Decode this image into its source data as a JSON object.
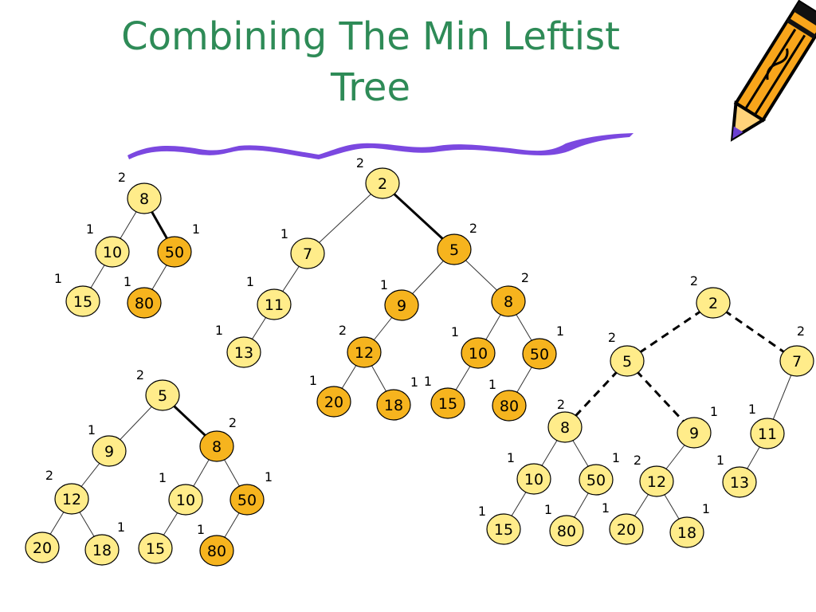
{
  "title": {
    "line1": "Combining The Min Leftist",
    "line2": "Tree"
  },
  "colors": {
    "title": "#2e8b57",
    "underline": "#7b48e0",
    "light_node": "#ffec8a",
    "dark_node": "#f6b41e",
    "edge": "#333333"
  },
  "decorations": [
    "squiggle-underline",
    "pencil-clipart"
  ],
  "trees": [
    {
      "id": "tree-a",
      "nodes": [
        {
          "id": "a1",
          "label": "8",
          "s": "2",
          "fill": "light"
        },
        {
          "id": "a2",
          "label": "10",
          "s": "1",
          "fill": "light"
        },
        {
          "id": "a3",
          "label": "50",
          "s": "1",
          "fill": "dark"
        },
        {
          "id": "a4",
          "label": "15",
          "s": "1",
          "fill": "light"
        },
        {
          "id": "a5",
          "label": "80",
          "s": "1",
          "fill": "dark"
        }
      ],
      "edges": [
        [
          "a1",
          "a2",
          "thin"
        ],
        [
          "a1",
          "a3",
          "bold"
        ],
        [
          "a2",
          "a4",
          "thin"
        ],
        [
          "a3",
          "a5",
          "thin"
        ]
      ]
    },
    {
      "id": "tree-b",
      "nodes": [
        {
          "id": "b1",
          "label": "2",
          "s": "2",
          "fill": "light"
        },
        {
          "id": "b2",
          "label": "7",
          "s": "1",
          "fill": "light"
        },
        {
          "id": "b3",
          "label": "5",
          "s": "2",
          "fill": "dark"
        },
        {
          "id": "b4",
          "label": "11",
          "s": "1",
          "fill": "light"
        },
        {
          "id": "b5",
          "label": "9",
          "s": "1",
          "fill": "dark"
        },
        {
          "id": "b6",
          "label": "8",
          "s": "2",
          "fill": "dark"
        },
        {
          "id": "b7",
          "label": "13",
          "s": "1",
          "fill": "light"
        },
        {
          "id": "b8",
          "label": "12",
          "s": "2",
          "fill": "dark"
        },
        {
          "id": "b9",
          "label": "10",
          "s": "1",
          "fill": "dark"
        },
        {
          "id": "b10",
          "label": "50",
          "s": "1",
          "fill": "dark"
        },
        {
          "id": "b11",
          "label": "20",
          "s": "1",
          "fill": "dark"
        },
        {
          "id": "b12",
          "label": "18",
          "s": "1",
          "fill": "dark"
        },
        {
          "id": "b13",
          "label": "15",
          "s": "1",
          "fill": "dark"
        },
        {
          "id": "b14",
          "label": "80",
          "s": "1",
          "fill": "dark"
        }
      ],
      "edges": [
        [
          "b1",
          "b2",
          "thin"
        ],
        [
          "b1",
          "b3",
          "bold"
        ],
        [
          "b2",
          "b4",
          "thin"
        ],
        [
          "b3",
          "b5",
          "thin"
        ],
        [
          "b3",
          "b6",
          "thin"
        ],
        [
          "b4",
          "b7",
          "thin"
        ],
        [
          "b5",
          "b8",
          "thin"
        ],
        [
          "b6",
          "b9",
          "thin"
        ],
        [
          "b6",
          "b10",
          "thin"
        ],
        [
          "b8",
          "b11",
          "thin"
        ],
        [
          "b8",
          "b12",
          "thin"
        ],
        [
          "b9",
          "b13",
          "thin"
        ],
        [
          "b10",
          "b14",
          "thin"
        ]
      ]
    },
    {
      "id": "tree-c",
      "nodes": [
        {
          "id": "c1",
          "label": "5",
          "s": "2",
          "fill": "light"
        },
        {
          "id": "c2",
          "label": "9",
          "s": "1",
          "fill": "light"
        },
        {
          "id": "c3",
          "label": "8",
          "s": "2",
          "fill": "dark"
        },
        {
          "id": "c4",
          "label": "12",
          "s": "2",
          "fill": "light"
        },
        {
          "id": "c5",
          "label": "10",
          "s": "1",
          "fill": "light"
        },
        {
          "id": "c6",
          "label": "50",
          "s": "1",
          "fill": "dark"
        },
        {
          "id": "c7",
          "label": "20",
          "s": "",
          "fill": "light"
        },
        {
          "id": "c8",
          "label": "18",
          "s": "1",
          "fill": "light"
        },
        {
          "id": "c9",
          "label": "15",
          "s": "",
          "fill": "light"
        },
        {
          "id": "c10",
          "label": "80",
          "s": "1",
          "fill": "dark"
        }
      ],
      "edges": [
        [
          "c1",
          "c2",
          "thin"
        ],
        [
          "c1",
          "c3",
          "bold"
        ],
        [
          "c2",
          "c4",
          "thin"
        ],
        [
          "c3",
          "c5",
          "thin"
        ],
        [
          "c3",
          "c6",
          "thin"
        ],
        [
          "c4",
          "c7",
          "thin"
        ],
        [
          "c4",
          "c8",
          "thin"
        ],
        [
          "c5",
          "c9",
          "thin"
        ],
        [
          "c6",
          "c10",
          "thin"
        ]
      ]
    },
    {
      "id": "tree-d",
      "nodes": [
        {
          "id": "d1",
          "label": "2",
          "s": "2",
          "fill": "light"
        },
        {
          "id": "d2",
          "label": "5",
          "s": "2",
          "fill": "light"
        },
        {
          "id": "d3",
          "label": "7",
          "s": "2",
          "fill": "light"
        },
        {
          "id": "d4",
          "label": "8",
          "s": "2",
          "fill": "light"
        },
        {
          "id": "d5",
          "label": "9",
          "s": "1",
          "fill": "light"
        },
        {
          "id": "d6",
          "label": "11",
          "s": "1",
          "fill": "light"
        },
        {
          "id": "d7",
          "label": "10",
          "s": "1",
          "fill": "light"
        },
        {
          "id": "d8",
          "label": "50",
          "s": "1",
          "fill": "light"
        },
        {
          "id": "d9",
          "label": "12",
          "s": "2",
          "fill": "light"
        },
        {
          "id": "d10",
          "label": "13",
          "s": "1",
          "fill": "light"
        },
        {
          "id": "d11",
          "label": "15",
          "s": "1",
          "fill": "light"
        },
        {
          "id": "d12",
          "label": "80",
          "s": "1",
          "fill": "light"
        },
        {
          "id": "d13",
          "label": "20",
          "s": "1",
          "fill": "light"
        },
        {
          "id": "d14",
          "label": "18",
          "s": "1",
          "fill": "light"
        }
      ],
      "edges": [
        [
          "d1",
          "d2",
          "dashed"
        ],
        [
          "d1",
          "d3",
          "dashed"
        ],
        [
          "d2",
          "d4",
          "dashed"
        ],
        [
          "d2",
          "d5",
          "dashed"
        ],
        [
          "d3",
          "d6",
          "thin"
        ],
        [
          "d4",
          "d7",
          "thin"
        ],
        [
          "d4",
          "d8",
          "thin"
        ],
        [
          "d5",
          "d9",
          "thin"
        ],
        [
          "d6",
          "d10",
          "thin"
        ],
        [
          "d7",
          "d11",
          "thin"
        ],
        [
          "d8",
          "d12",
          "thin"
        ],
        [
          "d9",
          "d13",
          "thin"
        ],
        [
          "d9",
          "d14",
          "thin"
        ]
      ]
    }
  ]
}
